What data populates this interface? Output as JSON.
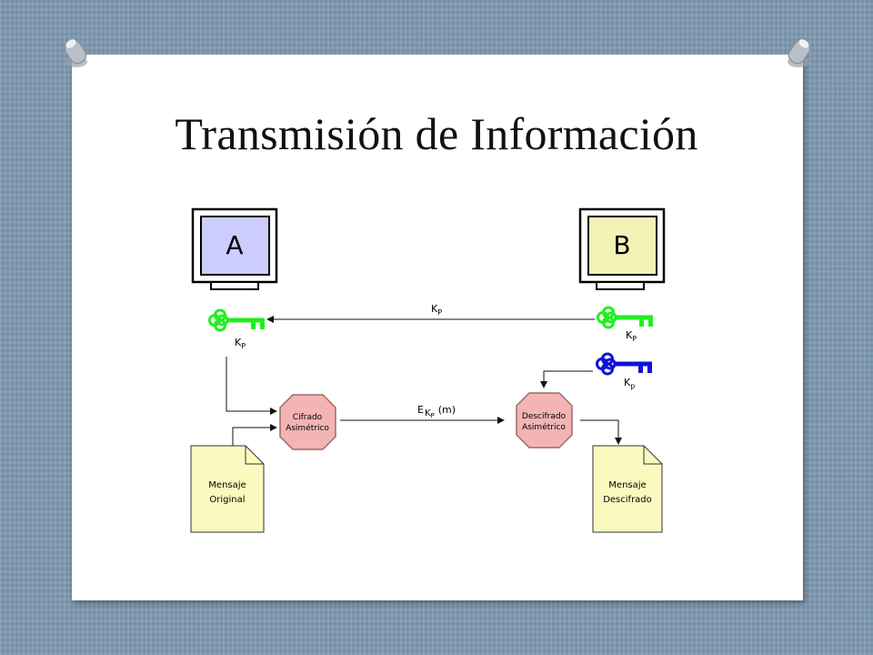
{
  "slide": {
    "title": "Transmisión de Información"
  },
  "diagram": {
    "computer_a": {
      "label": "A",
      "screen_color": "#ccccff"
    },
    "computer_b": {
      "label": "B",
      "screen_color": "#f3f3b5"
    },
    "public_key_symbol": {
      "base": "K",
      "sub": "P"
    },
    "private_key_symbol": {
      "base": "K",
      "sub": "p"
    },
    "encrypt_box": {
      "line1": "Cifrado",
      "line2": "Asimétrico"
    },
    "decrypt_box": {
      "line1": "Descifrado",
      "line2": "Asimétrico"
    },
    "cipher_label": {
      "base": "E",
      "sub_base": "K",
      "sub_sub": "P",
      "suffix": "(m)"
    },
    "original_message": {
      "line1": "Mensaje",
      "line2": "Original"
    },
    "decrypted_message": {
      "line1": "Mensaje",
      "line2": "Descifrado"
    },
    "colors": {
      "public_key": "#22ee22",
      "private_key": "#1111dd",
      "process_fill": "#f3b4b4",
      "document_fill": "#fafac0"
    }
  }
}
